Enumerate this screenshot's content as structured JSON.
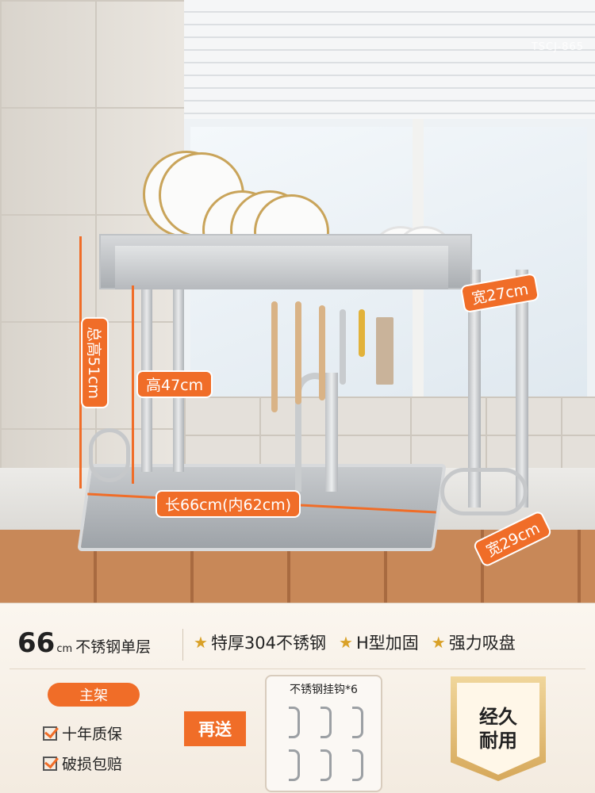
{
  "watermark": "TSCJ-865",
  "dimensions": {
    "total_height": "总高51cm",
    "height": "高47cm",
    "width_top": "宽27cm",
    "length": "长66cm(内62cm)",
    "width_bottom": "宽29cm"
  },
  "panel": {
    "size_number": "66",
    "size_unit": "cm",
    "size_text": "不锈钢单层",
    "features": [
      "特厚304不锈钢",
      "H型加固",
      "强力吸盘"
    ],
    "main_badge": "主架",
    "checks": [
      "十年质保",
      "破损包赔"
    ],
    "bonus_label": "再送",
    "hook_title": "不锈钢挂钩*6",
    "seal_line1": "经久",
    "seal_line2": "耐用"
  },
  "colors": {
    "accent": "#f06d28",
    "gold": "#d9a128"
  }
}
